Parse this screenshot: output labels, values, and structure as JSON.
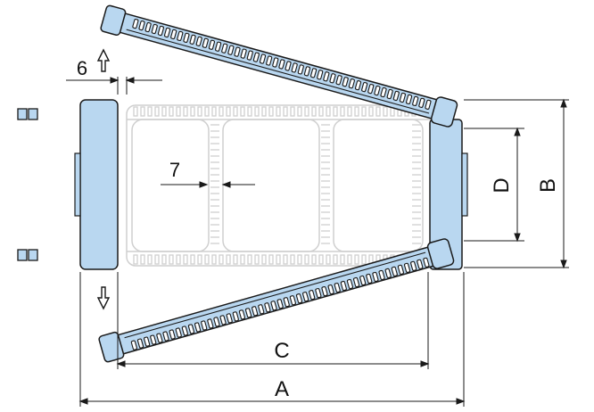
{
  "diagram": {
    "labels": {
      "a": "A",
      "b": "B",
      "c": "C",
      "d": "D",
      "six": "6",
      "seven": "7"
    },
    "colors": {
      "stroke": "#1a1a1a",
      "fill": "#b9d7f0",
      "ghost": "#c8c8c8",
      "background": "#ffffff"
    },
    "icons": [
      "arrow-up-icon",
      "arrow-down-icon",
      "clip-icon"
    ]
  }
}
